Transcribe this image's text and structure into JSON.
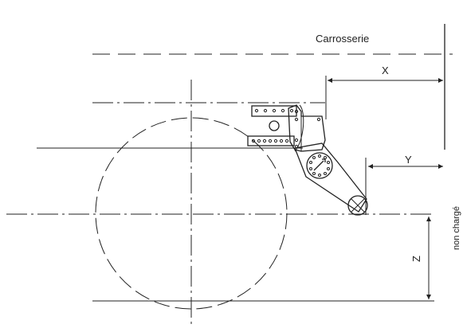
{
  "labels": {
    "body": "Carrosserie",
    "dim_x": "X",
    "dim_y": "Y",
    "dim_z": "Z",
    "unloaded": "non chargé"
  },
  "colors": {
    "ink": "#222222",
    "background": "#ffffff"
  }
}
